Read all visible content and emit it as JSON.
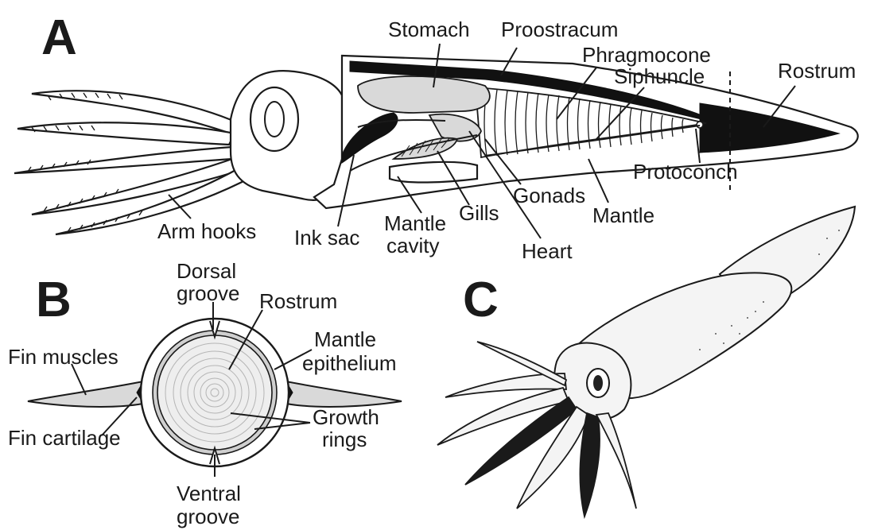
{
  "panels": {
    "a": {
      "letter": "A",
      "labels": {
        "stomach": "Stomach",
        "proostracum": "Proostracum",
        "phragmocone": "Phragmocone",
        "siphuncle": "Siphuncle",
        "rostrum": "Rostrum",
        "protoconch": "Protoconch",
        "gonads": "Gonads",
        "mantle": "Mantle",
        "heart": "Heart",
        "gills": "Gills",
        "mantle_cavity_1": "Mantle",
        "mantle_cavity_2": "cavity",
        "ink_sac": "Ink sac",
        "arm_hooks": "Arm hooks"
      }
    },
    "b": {
      "letter": "B",
      "labels": {
        "dorsal_groove_1": "Dorsal",
        "dorsal_groove_2": "groove",
        "rostrum": "Rostrum",
        "mantle_epithelium_1": "Mantle",
        "mantle_epithelium_2": "epithelium",
        "fin_muscles": "Fin muscles",
        "growth_rings_1": "Growth",
        "growth_rings_2": "rings",
        "fin_cartilage": "Fin cartilage",
        "ventral_groove_1": "Ventral",
        "ventral_groove_2": "groove"
      }
    },
    "c": {
      "letter": "C"
    }
  }
}
